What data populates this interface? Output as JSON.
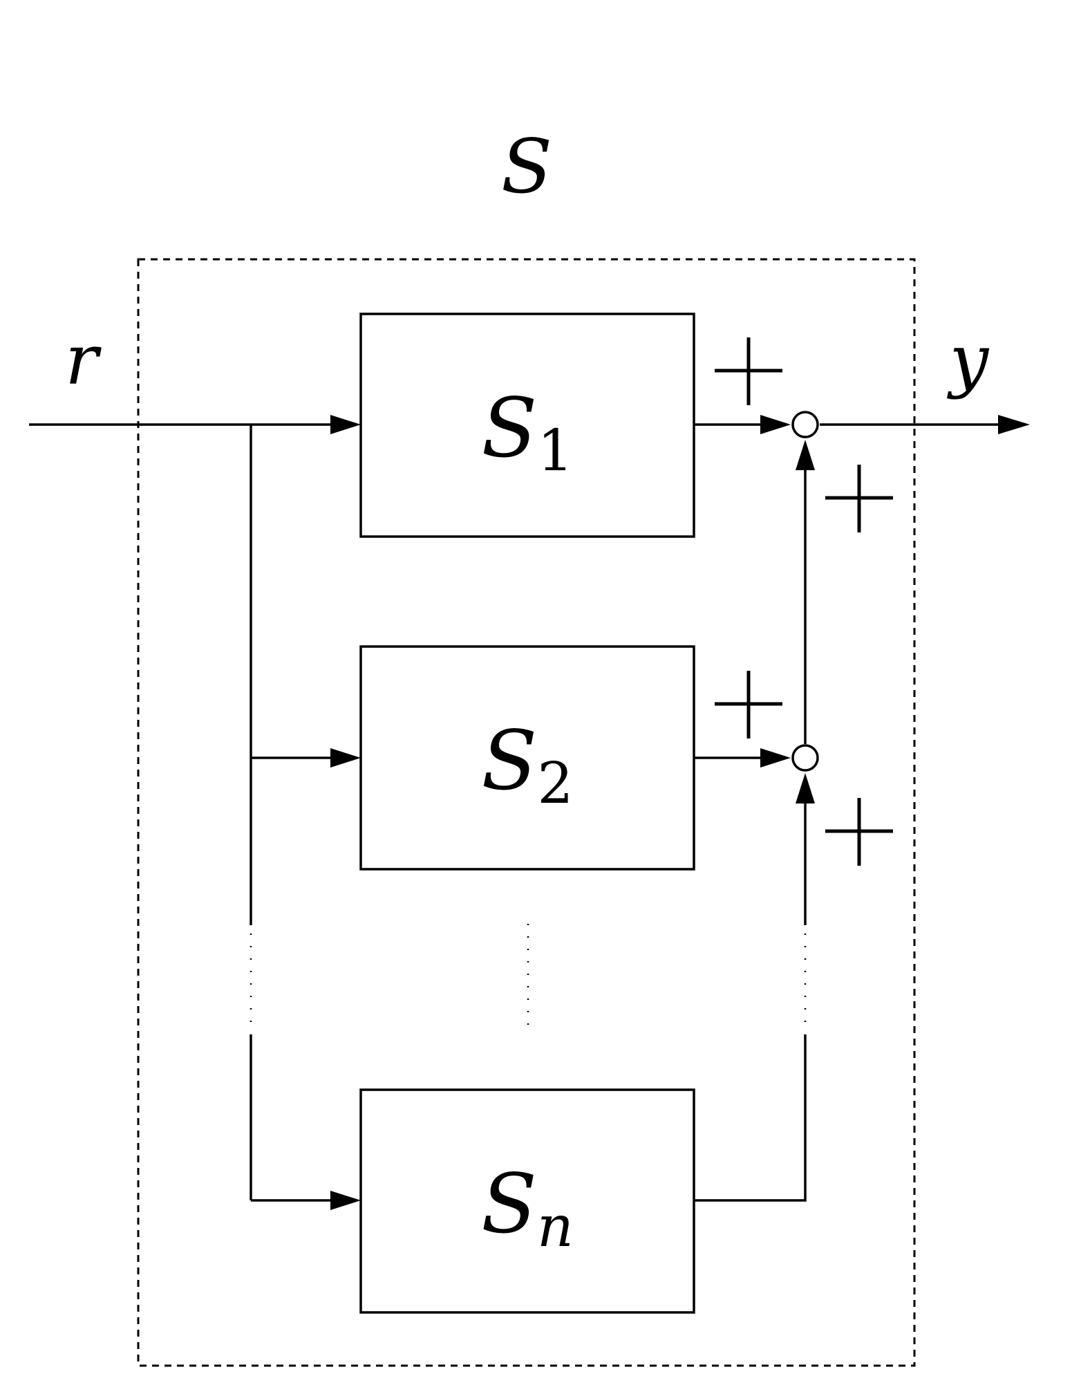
{
  "diagram": {
    "system_label": "S",
    "input_label": "r",
    "output_label": "y",
    "blocks": [
      {
        "name": "S",
        "subscript": "1"
      },
      {
        "name": "S",
        "subscript": "2"
      },
      {
        "name": "S",
        "subscript": "n"
      }
    ],
    "sign": "+"
  }
}
